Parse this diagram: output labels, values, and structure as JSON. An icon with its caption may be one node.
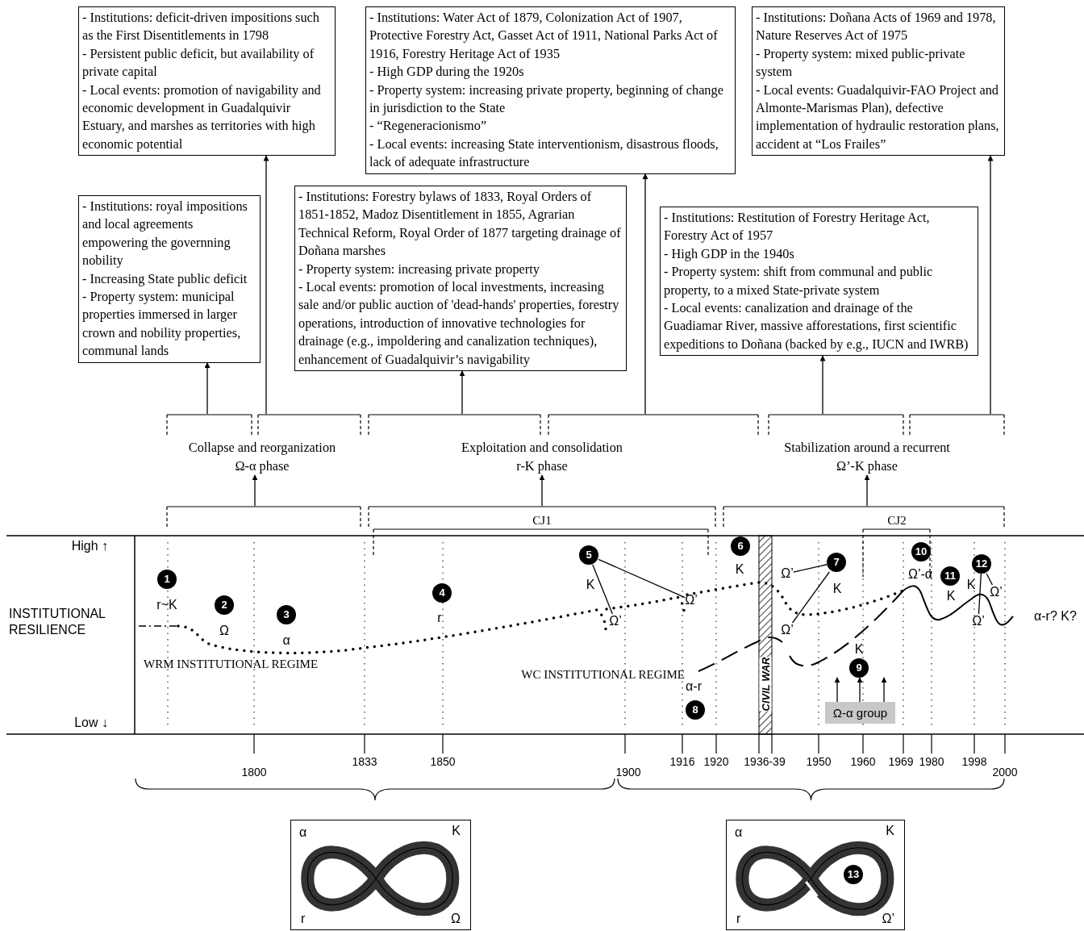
{
  "diagram": {
    "nodes": [
      {
        "text": [
          "- Institutions: deficit-driven impositions such as the First Disentitlements in 1798",
          "- Persistent public deficit, but availability of private capital",
          "- Local events: promotion of navigability and economic development in Guadalquivir Estuary, and marshes as territories with high economic potential"
        ]
      },
      {
        "text": [
          "- Institutions: Water Act of 1879, Colonization Act of 1907, Protective  Forestry Act, Gasset Act of 1911, National Parks Act of 1916, Forestry Heritage Act of 1935",
          "- High GDP during the 1920s",
          "- Property system: increasing private property, beginning of change in jurisdiction to the State",
          "- “Regeneracionismo”",
          "- Local events:  increasing State interventionism, disastrous floods, lack of adequate infrastructure"
        ]
      },
      {
        "text": [
          "- Institutions: Doñana Acts of 1969 and 1978, Nature Reserves Act of 1975",
          "- Property system: mixed public-private system",
          "- Local events: Guadalquivir-FAO Project and Almonte-Marismas Plan), defective implementation of hydraulic restoration plans, accident at “Los Frailes”"
        ]
      },
      {
        "text": [
          "- Institutions: royal impositions and local agreements empowering the governning nobility",
          "- Increasing State public deficit",
          "- Property system: municipal properties immersed in larger crown and nobility properties, communal lands"
        ]
      },
      {
        "text": [
          "- Institutions: Forestry bylaws of 1833, Royal Orders of 1851-1852, Madoz Disentitlement in 1855, Agrarian Technical Reform, Royal Order of 1877 targeting drainage of Doñana marshes",
          "- Property system: increasing private property",
          "- Local events: promotion of local investments, increasing sale and/or public auction of 'dead-hands' properties, forestry operations, introduction of innovative technologies for drainage (e.g., impoldering and canalization techniques), enhancement of Guadalquivir’s navigability"
        ]
      },
      {
        "text": [
          "- Institutions: Restitution of Forestry Heritage Act, Forestry Act of 1957",
          "- High GDP in the 1940s",
          "- Property system: shift from communal and public property, to a mixed State-private system",
          "- Local events: canalization and drainage of the Guadiamar River, massive afforestations, first scientific expeditions to Doñana (backed by e.g., IUCN and  IWRB)"
        ]
      },
      {
        "text": [
          "Collapse and reorganization",
          "Ω-α phase"
        ]
      },
      {
        "text": [
          "Exploitation and consolidation",
          "r-K phase"
        ]
      },
      {
        "text": [
          "Stabilization around a recurrent",
          "Ω’-K phase"
        ]
      },
      {
        "text": [
          "1"
        ],
        "beside": [
          "r~K"
        ]
      },
      {
        "text": [
          "2"
        ],
        "beside": [
          "Ω"
        ]
      },
      {
        "text": [
          "3"
        ],
        "beside": [
          "α"
        ]
      },
      {
        "text": [
          "4"
        ],
        "beside": [
          "r"
        ]
      },
      {
        "text": [
          "5"
        ],
        "beside": [
          "K"
        ]
      },
      {
        "text": [
          "6"
        ],
        "beside": [
          "K"
        ]
      },
      {
        "text": [
          "7"
        ],
        "beside": [
          "K"
        ]
      },
      {
        "text": [
          "8"
        ],
        "beside": [
          "α-r"
        ]
      },
      {
        "text": [
          "9"
        ],
        "beside": [
          "K"
        ]
      },
      {
        "text": [
          "10"
        ],
        "beside": [
          "Ω’-α"
        ]
      },
      {
        "text": [
          "11"
        ],
        "beside": [
          "K"
        ]
      },
      {
        "text": [
          "12"
        ],
        "beside": [
          "K"
        ]
      },
      {
        "text": [
          "Ω’"
        ]
      },
      {
        "text": [
          "Ω’"
        ]
      },
      {
        "text": [
          "Ω’"
        ]
      },
      {
        "text": [
          "Ω’"
        ]
      },
      {
        "text": [
          "Ω’"
        ]
      },
      {
        "text": [
          "Ω’"
        ]
      },
      {
        "text": [
          "Ω-α group"
        ]
      },
      {
        "text": [
          "α",
          "K",
          "r",
          "Ω"
        ]
      },
      {
        "text": [
          "α",
          "K",
          "r",
          "Ω’"
        ]
      },
      {
        "text": [
          "13"
        ],
        "in": 29
      },
      {
        "text": [],
        "shape": "bracket"
      },
      {
        "text": [],
        "shape": "bracket"
      },
      {
        "text": [],
        "shape": "bracket"
      }
    ],
    "edges": [
      {
        "from": 6,
        "to": 3,
        "arrow": "to"
      },
      {
        "from": 6,
        "to": 0,
        "arrow": "to"
      },
      {
        "from": 7,
        "to": 4,
        "arrow": "to"
      },
      {
        "from": 7,
        "to": 1,
        "arrow": "to"
      },
      {
        "from": 8,
        "to": 5,
        "arrow": "to"
      },
      {
        "from": 8,
        "to": 2,
        "arrow": "to"
      },
      {
        "from": 31,
        "to": 6,
        "arrow": "to"
      },
      {
        "from": 32,
        "to": 7,
        "arrow": "to"
      },
      {
        "from": 33,
        "to": 8,
        "arrow": "to"
      },
      {
        "from": 13,
        "to": 21,
        "arrow": "none"
      },
      {
        "from": 13,
        "to": 22,
        "arrow": "none"
      },
      {
        "from": 15,
        "to": 23,
        "arrow": "none"
      },
      {
        "from": 15,
        "to": 24,
        "arrow": "none"
      },
      {
        "from": 20,
        "to": 25,
        "arrow": "none"
      },
      {
        "from": 20,
        "to": 26,
        "arrow": "none"
      },
      {
        "from": 27,
        "to": 17,
        "arrow": "to"
      },
      {
        "from": 27,
        "to": 17,
        "arrow": "to"
      },
      {
        "from": 27,
        "to": 17,
        "arrow": "to"
      }
    ],
    "labels": [
      "CJ1",
      "CJ2",
      "High ↑",
      "INSTITUTIONAL RESILIENCE",
      "α-r? K?",
      "WRM INSTITUTIONAL REGIME",
      "WC INSTITUTIONAL REGIME",
      "CIVIL WAR",
      "Low ↓",
      "1800",
      "1833",
      "1850",
      "1900",
      "1916",
      "1920",
      "1936-39",
      "1950",
      "1960",
      "1969",
      "1980",
      "1998",
      "2000"
    ]
  }
}
